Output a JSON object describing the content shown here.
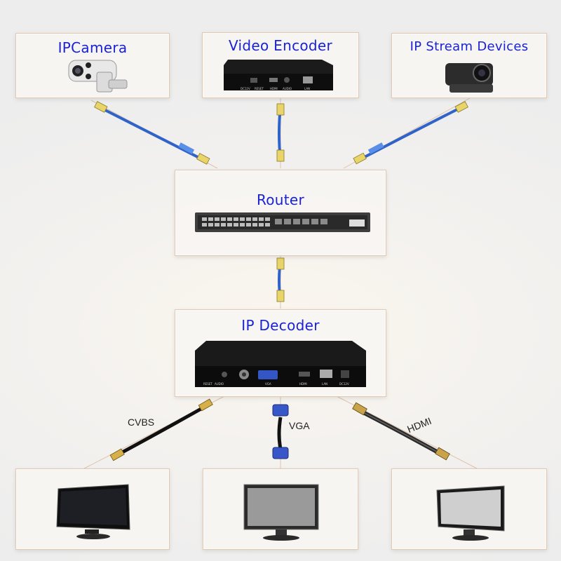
{
  "sources": {
    "ipcamera": {
      "title": "IPCamera"
    },
    "encoder": {
      "title": "Video Encoder",
      "port_labels": [
        "DC12V",
        "RESET",
        "HDMI",
        "AUDIO",
        "LAN"
      ]
    },
    "stream": {
      "title": "IP Stream Devices"
    }
  },
  "router": {
    "title": "Router"
  },
  "decoder": {
    "title": "IP Decoder",
    "port_labels": [
      "RESET",
      "AUDIO",
      "VGA",
      "HDMI",
      "LAN",
      "DC12V"
    ]
  },
  "cables": {
    "cvbs": "CVBS",
    "vga": "VGA",
    "hdmi": "HDMI"
  },
  "colors": {
    "title_blue": "#1a22d6",
    "lan_cable": "#2f63c9",
    "box_border": "#e4c9b2"
  }
}
